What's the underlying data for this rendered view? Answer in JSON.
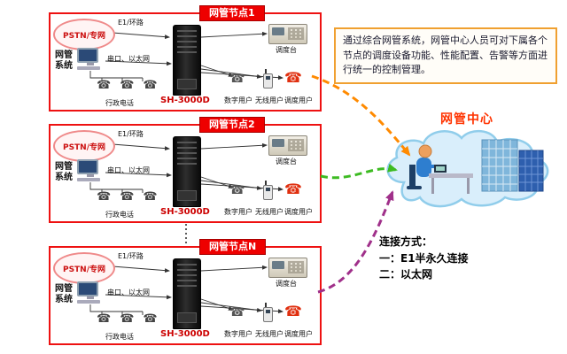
{
  "nodes": [
    {
      "title": "网管节点1"
    },
    {
      "title": "网管节点2"
    },
    {
      "title": "网管节点N"
    }
  ],
  "node_labels": {
    "pstn": "PSTN/专网",
    "e1": "E1/环路",
    "nms": "网管系统",
    "serial": "串口、以太网",
    "server_model": "SH-3000D",
    "admin_phone": "行政电话",
    "dispatch_console": "调度台",
    "digital_user": "数字用户",
    "wireless_user": "无线用户",
    "dispatch_user": "调度用户"
  },
  "info_box": {
    "text": "通过综合网管系统，网管中心人员可对下属各个节点的调度设备功能、性能配置、告警等方面进行统一的控制管理。"
  },
  "nmc": {
    "label": "网管中心"
  },
  "connection": {
    "title": "连接方式：",
    "method1": "一：E1半永久连接",
    "method2": "二：以太网"
  },
  "icons": {
    "phone": "☎"
  },
  "colors": {
    "node_border": "#ee1111",
    "node_title_bg": "#ee0000",
    "server_label": "#cc0000",
    "nmc_label": "#ff3300",
    "arrow_node1": "#ff8a00",
    "arrow_node2": "#3dbb22",
    "arrow_nodeN": "#a0308a",
    "info_border": "#f0a030",
    "cloud_fill": "#d9eefb"
  }
}
